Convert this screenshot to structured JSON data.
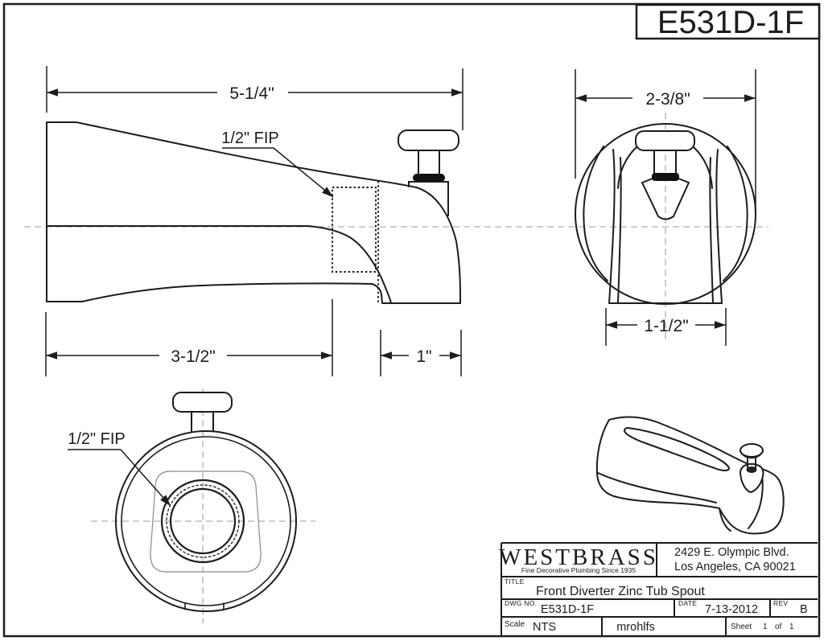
{
  "dwg_box": {
    "number": "E531D-1F"
  },
  "dims": {
    "overall_length": "5-1/4\"",
    "wall_section": "3-1/2\"",
    "spout_section": "1\"",
    "face_width": "2-3/8\"",
    "base_width": "1-1/2\"",
    "side_fitting_label": "1/2\" FIP",
    "rear_fitting_label": "1/2\" FIP"
  },
  "title_block": {
    "company": "WESTBRASS",
    "tagline": "Fine Decorative Plumbing Since 1935",
    "address_line1": "2429 E. Olympic Blvd.",
    "address_line2": "Los Angeles, CA 90021",
    "title_label": "TITLE",
    "title": "Front Diverter Zinc Tub Spout",
    "dwg_no_label": "DWG NO.",
    "dwg_no": "E531D-1F",
    "date_label": "DATE",
    "date": "7-13-2012",
    "rev_label": "REV",
    "rev": "B",
    "scale_label": "Scale",
    "scale": "NTS",
    "drafter": "mrohlfs",
    "sheet_label": "Sheet",
    "sheet_num": "1",
    "sheet_of": "of",
    "sheet_total": "1"
  },
  "colors": {
    "line": "#1c1c1c",
    "centerline": "#b0b0b0",
    "logo": "#524a4b",
    "tagline": "#a4767c"
  }
}
